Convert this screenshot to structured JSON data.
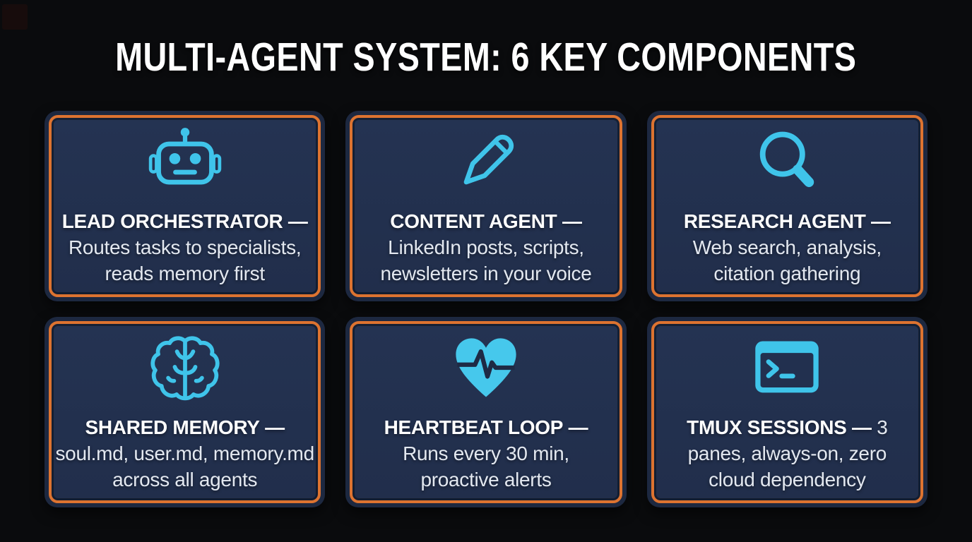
{
  "page": {
    "title": "MULTI-AGENT SYSTEM: 6 KEY COMPONENTS"
  },
  "colors": {
    "background": "#0a0b0d",
    "card_frame": "#1d2840",
    "card_fill": "#22304f",
    "accent_orange": "#dd7330",
    "accent_cyan": "#3fc4ea",
    "title_text": "#ffffff",
    "body_text": "#e3e8f0"
  },
  "cards": [
    {
      "icon": "robot-icon",
      "title": "LEAD ORCHESTRATOR —",
      "description": "Routes tasks to specialists, reads memory first"
    },
    {
      "icon": "pen-icon",
      "title": "CONTENT AGENT —",
      "description": "LinkedIn posts, scripts, newsletters in your voice"
    },
    {
      "icon": "search-icon",
      "title": "RESEARCH AGENT —",
      "description": "Web search, analysis, citation gathering"
    },
    {
      "icon": "brain-icon",
      "title": "SHARED MEMORY —",
      "description": "soul.md, user.md, memory.md across all agents"
    },
    {
      "icon": "heartbeat-icon",
      "title": "HEARTBEAT LOOP —",
      "description": "Runs every 30 min, proactive alerts"
    },
    {
      "icon": "terminal-icon",
      "title": "TMUX SESSIONS —",
      "description": "3 panes, always-on, zero cloud dependency"
    }
  ]
}
